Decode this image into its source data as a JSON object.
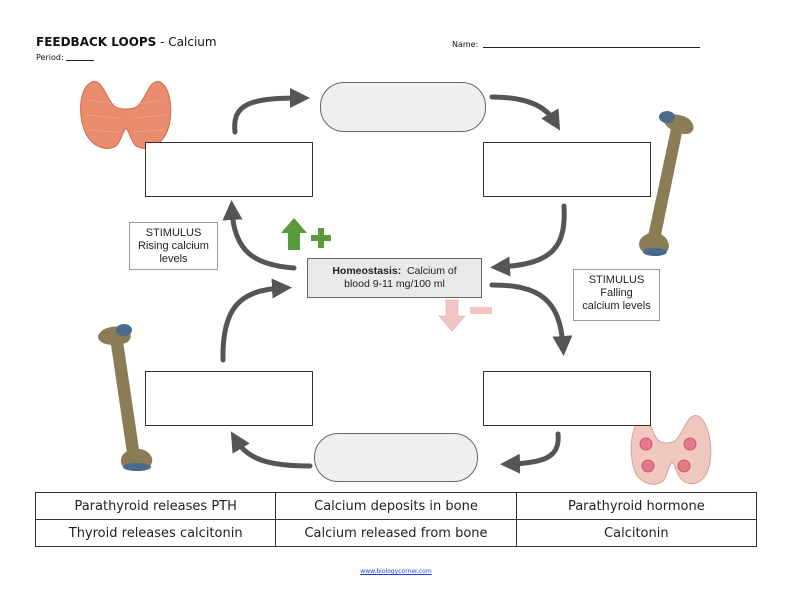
{
  "header": {
    "title_bold": "FEEDBACK LOOPS",
    "title_rest": " - Calcium",
    "name_label": "Name:",
    "period_label": "Period:"
  },
  "stimulus_rising": [
    "STIMULUS",
    "Rising calcium",
    "levels"
  ],
  "stimulus_falling": [
    "STIMULUS",
    "Falling",
    "calcium levels"
  ],
  "homeostasis": {
    "label_bold": "Homeostasis:",
    "label_rest": "  Calcium of",
    "line2": "blood 9-11 mg/100 ml"
  },
  "word_bank": [
    [
      "Parathyroid releases PTH",
      "Calcium deposits in bone",
      "Parathyroid hormone"
    ],
    [
      "Thyroid releases calcitonin",
      "Calcium released from bone",
      "Calcitonin"
    ]
  ],
  "footer": "www.biologycorner.com",
  "colors": {
    "arrow": "#555555",
    "up_arrow": "#5a9a3c",
    "down_arrow": "#f3c4c4",
    "bone": "#8a7d55",
    "bone_cap": "#4a6a8a",
    "thyroid": "#e98d6e",
    "parathyroid": "#f0c8c0"
  }
}
